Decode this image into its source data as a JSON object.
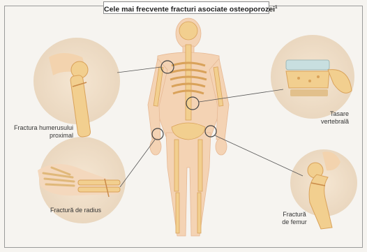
{
  "title": "Cele mai frecvente fracturi asociate osteoporozei",
  "title_sup": "1",
  "labels": {
    "humerus": [
      "Fractura humerusului",
      "proximal"
    ],
    "vertebral": [
      "Tasare",
      "vertebrală"
    ],
    "radius": "Fractură de radius",
    "femur": [
      "Fractură",
      "de femur"
    ]
  },
  "colors": {
    "bone": "#f2cf8f",
    "bone_dark": "#d9a25a",
    "skin": "#f4d3b4",
    "inset_bg": "#efe0cc",
    "line": "#555555"
  }
}
